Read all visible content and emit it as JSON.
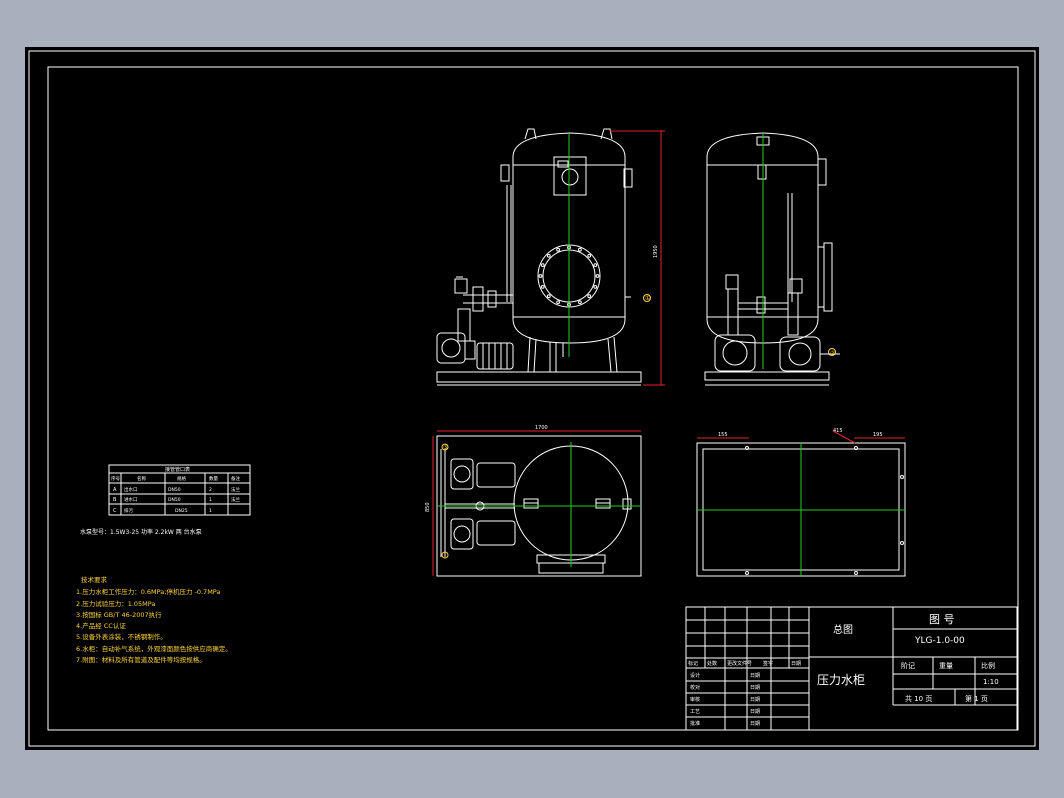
{
  "drawing": {
    "title_block": {
      "sheet_type": "总图",
      "figure_no_label": "图 号",
      "figure_no": "YLG-1.0-00",
      "product_name": "压力水柜",
      "stage_label": "阶记",
      "weight_label": "重量",
      "scale_label": "比例",
      "scale_value": "1:10",
      "sheets_total": "共 10 页",
      "sheet_no": "第 1 页",
      "row_labels": [
        "设计",
        "校对",
        "审核",
        "工艺",
        "批准"
      ],
      "change_headers": [
        "标记",
        "处数",
        "更改文件号",
        "签字",
        "日期"
      ],
      "sign_label": "日期"
    },
    "nozzle_table": {
      "title": "接管管口表",
      "headers": [
        "序号",
        "名称",
        "规格",
        "数量",
        "备注"
      ],
      "rows": [
        [
          "A",
          "出水口",
          "DN50",
          "2",
          "法兰"
        ],
        [
          "B",
          "进水口",
          "DN50",
          "1",
          "法兰"
        ],
        [
          "C",
          "排污",
          "DN25",
          "1",
          ""
        ]
      ]
    },
    "pump_spec": "水泵型号：1.5W3-25  功率 2.2kW  两 台水泵",
    "notes": {
      "heading": "技术要求",
      "items": [
        "1.压力水柜工作压力：0.6MPa;停机压力 -0.7MPa",
        "2.压力试验压力：1.05MPa",
        "3.按国标 GB/T 46-2007执行",
        "4.产品经 CC认证",
        "5.设备外表涂装，不锈钢制作。",
        "6.水柜：自动补气系统，外观漆面颜色按供应商确定。",
        "7.附图：材料及所有管道及配件等均按规格。"
      ]
    },
    "dimensions": {
      "height": "1950",
      "base_length": "1700",
      "base_width": "850",
      "plan_w1": "155",
      "plan_w2": "415",
      "plan_w3": "195"
    },
    "markers": [
      "①",
      "②",
      "⑤"
    ]
  }
}
